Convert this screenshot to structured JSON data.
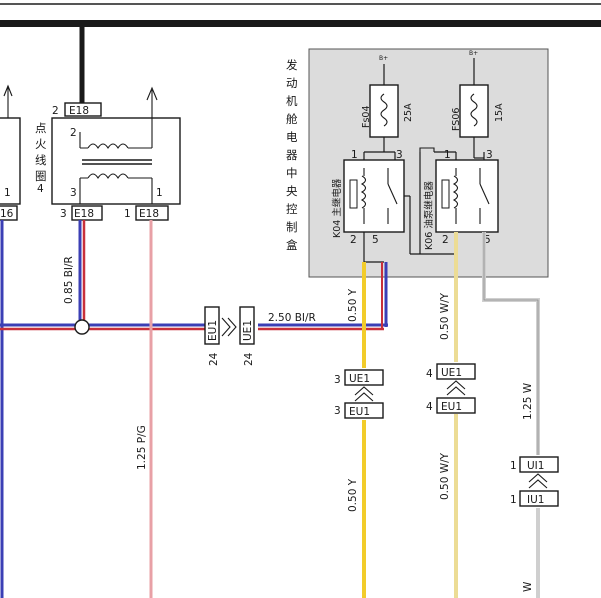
{
  "control_box": {
    "title_chars": [
      "发",
      "动",
      "机",
      "舱",
      "电",
      "器",
      "中",
      "央",
      "控",
      "制",
      "盒"
    ]
  },
  "ignition_coil": {
    "label_chars": [
      "点",
      "火",
      "线",
      "圈"
    ],
    "connector_label": "E18",
    "pins": [
      "2",
      "3",
      "1",
      "4"
    ]
  },
  "fuses": {
    "fs04": {
      "name": "Fs04",
      "rating": "25A",
      "supply": "B+"
    },
    "fs06": {
      "name": "FS06",
      "rating": "15A",
      "supply": "B+"
    }
  },
  "relays": {
    "k04": {
      "name": "K04 主继电器"
    },
    "k06": {
      "name": "K06 油泵继电器"
    },
    "pins": {
      "p1": "1",
      "p2": "2",
      "p3": "3",
      "p5": "5"
    }
  },
  "left_partial": {
    "pin": "1",
    "connector_num": "16"
  },
  "connectors": {
    "eu1": "EU1",
    "ue1": "UE1",
    "ui1": "UI1",
    "iu1": "IU1",
    "pin_24": "24",
    "pin_3": "3",
    "pin_4": "4",
    "pin_1": "1"
  },
  "wires": {
    "ign_feed": "0.85 BI/R",
    "main_bus": "2.50 BI/R",
    "coil_out": "1.25 P/G",
    "k04_out_top": "0.50 Y",
    "k04_out_bot": "0.50 Y",
    "k06_out_top": "0.50 W/Y",
    "k06_out_bot": "0.50 W/Y",
    "fs06_out": "1.25 W",
    "edge_cut": "W"
  },
  "colors": {
    "wire_bi_r_blue": "#3b3fb5",
    "wire_bi_r_red": "#c8303a",
    "wire_p_g_pink": "#e8a0a6",
    "wire_yellow": "#f2cc2a",
    "wire_w_y": "#ecdc95",
    "wire_white": "#cfcfcf",
    "control_box_fill": "#dcdcdc",
    "ink": "#1a1a1a"
  }
}
